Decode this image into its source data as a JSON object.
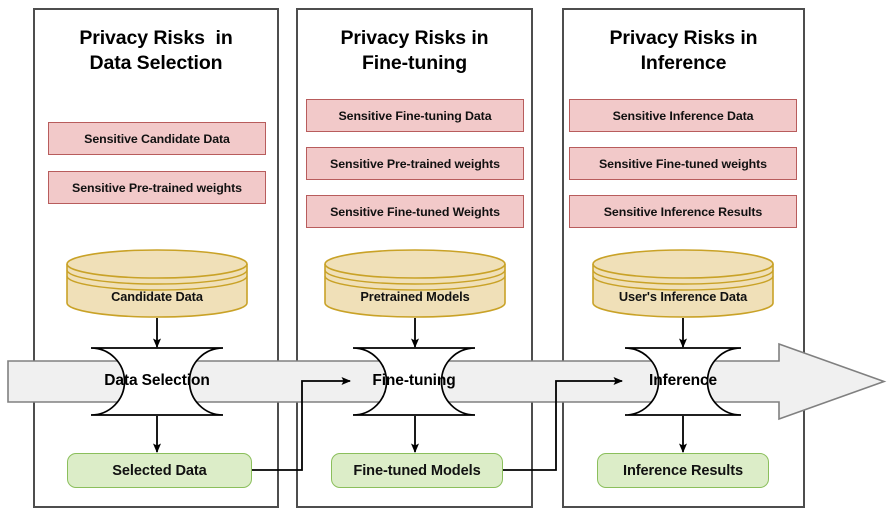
{
  "diagram": {
    "title_visible": false,
    "colors": {
      "risk_fill": "#f2c9c9",
      "risk_border": "#b85c5c",
      "datastore_fill": "#f0e0b8",
      "datastore_border": "#c9a227",
      "output_fill": "#dcedc8",
      "output_border": "#8bbf5c",
      "band_fill": "#f0f0f0",
      "band_border": "#808080",
      "frame_border": "#4d4d4d",
      "connector": "#000000"
    },
    "columns": [
      {
        "id": "data-selection",
        "title_line1": "Privacy Risks  in",
        "title_line2": "Data Selection",
        "risks": [
          "Sensitive Candidate Data",
          "Sensitive Pre-trained weights"
        ],
        "datastore": "Candidate Data",
        "process": "Data Selection",
        "output": "Selected Data"
      },
      {
        "id": "fine-tuning",
        "title_line1": "Privacy Risks in",
        "title_line2": "Fine-tuning",
        "risks": [
          "Sensitive Fine-tuning Data",
          "Sensitive Pre-trained weights",
          "Sensitive Fine-tuned Weights"
        ],
        "datastore": "Pretrained Models",
        "process": "Fine-tuning",
        "output": "Fine-tuned Models"
      },
      {
        "id": "inference",
        "title_line1": "Privacy Risks in",
        "title_line2": "Inference",
        "risks": [
          "Sensitive Inference Data",
          "Sensitive Fine-tuned weights",
          "Sensitive Inference Results"
        ],
        "datastore": "User's Inference Data",
        "process": "Inference",
        "output": "Inference Results"
      }
    ],
    "flow": {
      "direction_label": "left-to-right pipeline arrow",
      "stages": [
        "Data Selection",
        "Fine-tuning",
        "Inference"
      ]
    }
  }
}
